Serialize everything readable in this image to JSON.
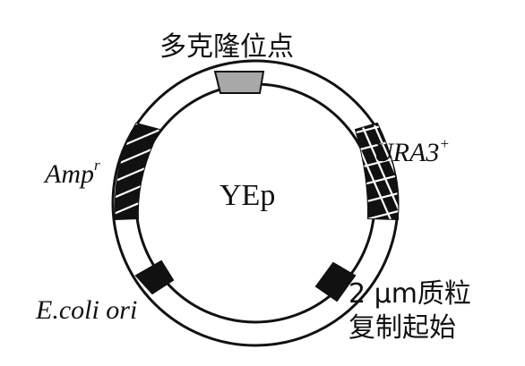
{
  "diagram": {
    "plasmid_name": "YEp",
    "mcs_label": "多克隆位点",
    "amp": {
      "base": "Amp",
      "sup": "r"
    },
    "ura": {
      "base": "URA3",
      "sup": "+"
    },
    "ecoli_label": "E.coli ori",
    "origin_line1": "2 μm质粒",
    "origin_line2": "复制起始"
  },
  "colors": {
    "ink": "#111111",
    "mcs_fill": "#a8a8a8",
    "marker_fill": "#111111",
    "background": "#ffffff"
  }
}
